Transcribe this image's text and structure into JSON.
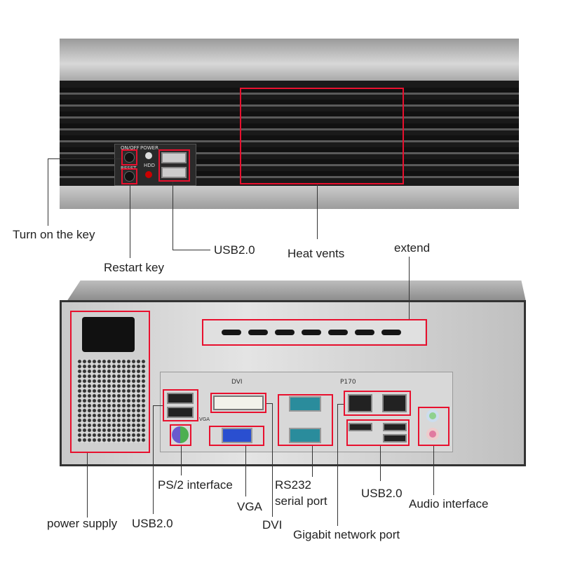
{
  "front": {
    "panel_text": {
      "on_off": "ON/OFF",
      "power": "POWER",
      "hdd": "HDD",
      "reset": "RESET"
    },
    "labels": {
      "turn_on_key": "Turn on the key",
      "restart_key": "Restart key",
      "usb": "USB2.0",
      "heat_vents": "Heat vents"
    }
  },
  "back": {
    "panel_text": {
      "dvi": "DVI",
      "vga": "VGA",
      "p170": "P170"
    },
    "labels": {
      "extend": "extend",
      "power_supply": "power supply",
      "usb_left": "USB2.0",
      "ps2": "PS/2 interface",
      "vga": "VGA",
      "dvi": "DVI",
      "rs232_line1": "RS232",
      "rs232_line2": "serial port",
      "gigabit": "Gigabit network port",
      "usb_right": "USB2.0",
      "audio": "Audio interface"
    }
  },
  "colors": {
    "highlight": "#e8102e"
  }
}
